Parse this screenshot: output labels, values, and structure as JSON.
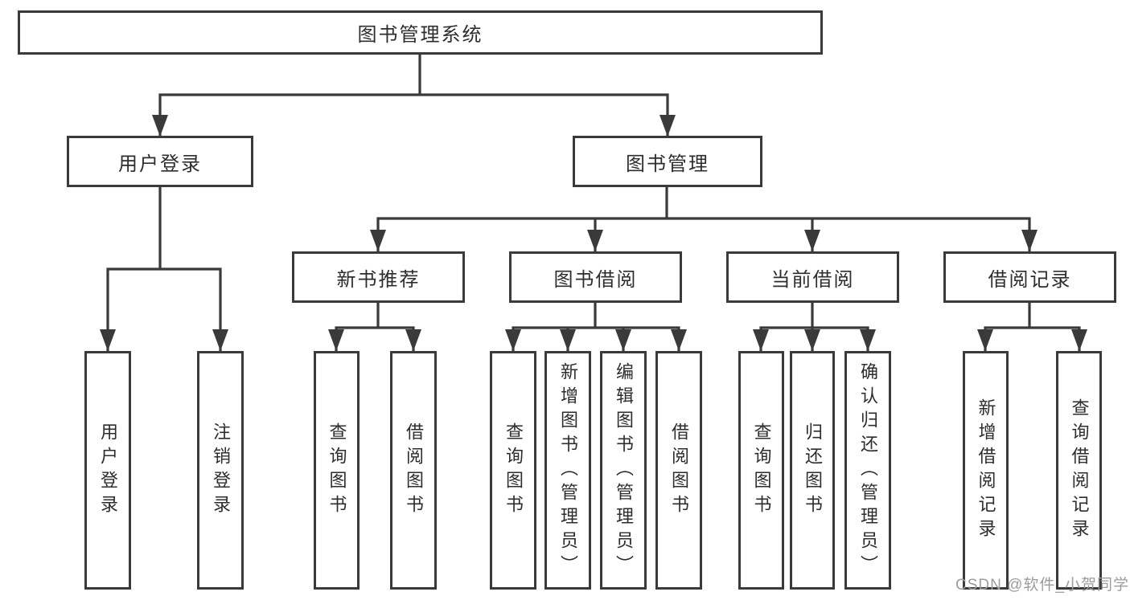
{
  "diagram": {
    "type": "tree-diagram",
    "root": {
      "label": "图书管理系统"
    },
    "branches": [
      {
        "label": "用户登录",
        "children": [
          {
            "label": "用户登录"
          },
          {
            "label": "注销登录"
          }
        ]
      },
      {
        "label": "图书管理",
        "children": [
          {
            "label": "新书推荐",
            "children": [
              {
                "label": "查询图书"
              },
              {
                "label": "借阅图书"
              }
            ]
          },
          {
            "label": "图书借阅",
            "children": [
              {
                "label": "查询图书"
              },
              {
                "label": "新增图书（管理员）"
              },
              {
                "label": "编辑图书（管理员）"
              },
              {
                "label": "借阅图书"
              }
            ]
          },
          {
            "label": "当前借阅",
            "children": [
              {
                "label": "查询图书"
              },
              {
                "label": "归还图书"
              },
              {
                "label": "确认归还（管理员）"
              }
            ]
          },
          {
            "label": "借阅记录",
            "children": [
              {
                "label": "新增借阅记录"
              },
              {
                "label": "查询借阅记录"
              }
            ]
          }
        ]
      }
    ],
    "watermark": "CSDN @软件_小贺同学",
    "colors": {
      "line": "#3a3a3a",
      "box_border": "#3a3a3a",
      "box_fill": "#ffffff",
      "text": "#2d2d2d",
      "watermark": "#9c9c9c",
      "background": "#ffffff"
    }
  }
}
